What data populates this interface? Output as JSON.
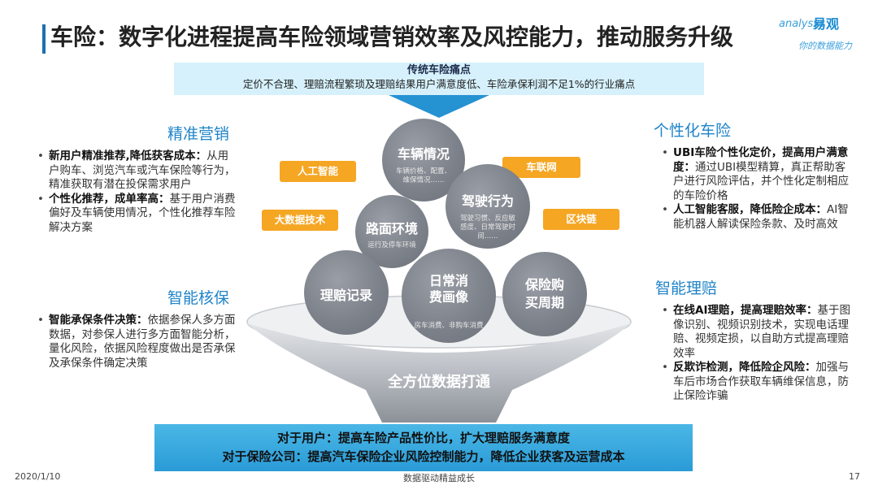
{
  "header": {
    "title": "车险：数字化进程提高车险领域营销效率及风控能力，推动服务升级",
    "logo_en": "analysys",
    "logo_cn": "易观",
    "logo_sub": "你的数据能力"
  },
  "pain_point": {
    "title": "传统车险痛点",
    "text": "定价不合理、理赔流程繁琐及理赔结果用户满意度低、车险承保利润不足1%的行业痛点"
  },
  "left": {
    "section1": {
      "heading": "精准营销",
      "items": [
        {
          "bold": "新用户精准推荐,降低获客成本：",
          "text": "从用户购车、浏览汽车或汽车保险等行为，精准获取有潜在投保需求用户"
        },
        {
          "bold": "个性化推荐，成单率高：",
          "text": "基于用户消费偏好及车辆使用情况，个性化推荐车险解决方案"
        }
      ]
    },
    "section2": {
      "heading": "智能核保",
      "items": [
        {
          "bold": "智能承保条件决策：",
          "text": "依据参保人多方面数据，对参保人进行多方面智能分析，量化风险，依据风险程度做出是否承保及承保条件确定决策"
        }
      ]
    }
  },
  "right": {
    "section1": {
      "heading": "个性化车险",
      "items": [
        {
          "bold": "UBI车险个性化定价，提高用户满意度：",
          "text": "通过UBI模型精算，真正帮助客户进行风险评估，并个性化定制相应的车险价格"
        },
        {
          "bold": "人工智能客服，降低险企成本：",
          "text": "AI智能机器人解读保险条款、及时高效"
        }
      ]
    },
    "section2": {
      "heading": "智能理赔",
      "items": [
        {
          "bold": "在线AI理赔，提高理赔效率：",
          "text": "基于图像识别、视频识别技术，实现电话理赔、视频定损，以自助方式提高理赔效率"
        },
        {
          "bold": "反欺诈检测，降低险企风险：",
          "text": "加强与车后市场合作获取车辆维保信息，防止保险诈骗"
        }
      ]
    }
  },
  "tags": [
    "人工智能",
    "大数据技术",
    "车联网",
    "区块链"
  ],
  "circles": {
    "vehicle": {
      "title": "车辆情况",
      "sub": "车辆价格、配置、维保情况……"
    },
    "driving": {
      "title": "驾驶行为",
      "sub": "驾驶习惯、反应敏感度、日常驾驶时间……"
    },
    "road": {
      "title": "路面环境",
      "sub": "运行及停车环境"
    },
    "claims": {
      "title": "理赔记录",
      "sub": ""
    },
    "consumption": {
      "title": "日常消费画像",
      "sub": "房车消费、非购车消费"
    },
    "purchase": {
      "title": "保险购买周期",
      "sub": ""
    }
  },
  "funnel_label": "全方位数据打通",
  "bottom": {
    "line1": "对于用户：提高车险产品性价比，扩大理赔服务满意度",
    "line2": "对于保险公司：提高汽车保险企业风险控制能力，降低企业获客及运营成本"
  },
  "footer": {
    "date": "2020/1/10",
    "center": "数据驱动精益成长",
    "page": "17"
  },
  "colors": {
    "accent": "#1f84c9",
    "tag": "#f5a623",
    "bottom": "#2a9bd7",
    "pain_bg": "#d6f1fb"
  }
}
